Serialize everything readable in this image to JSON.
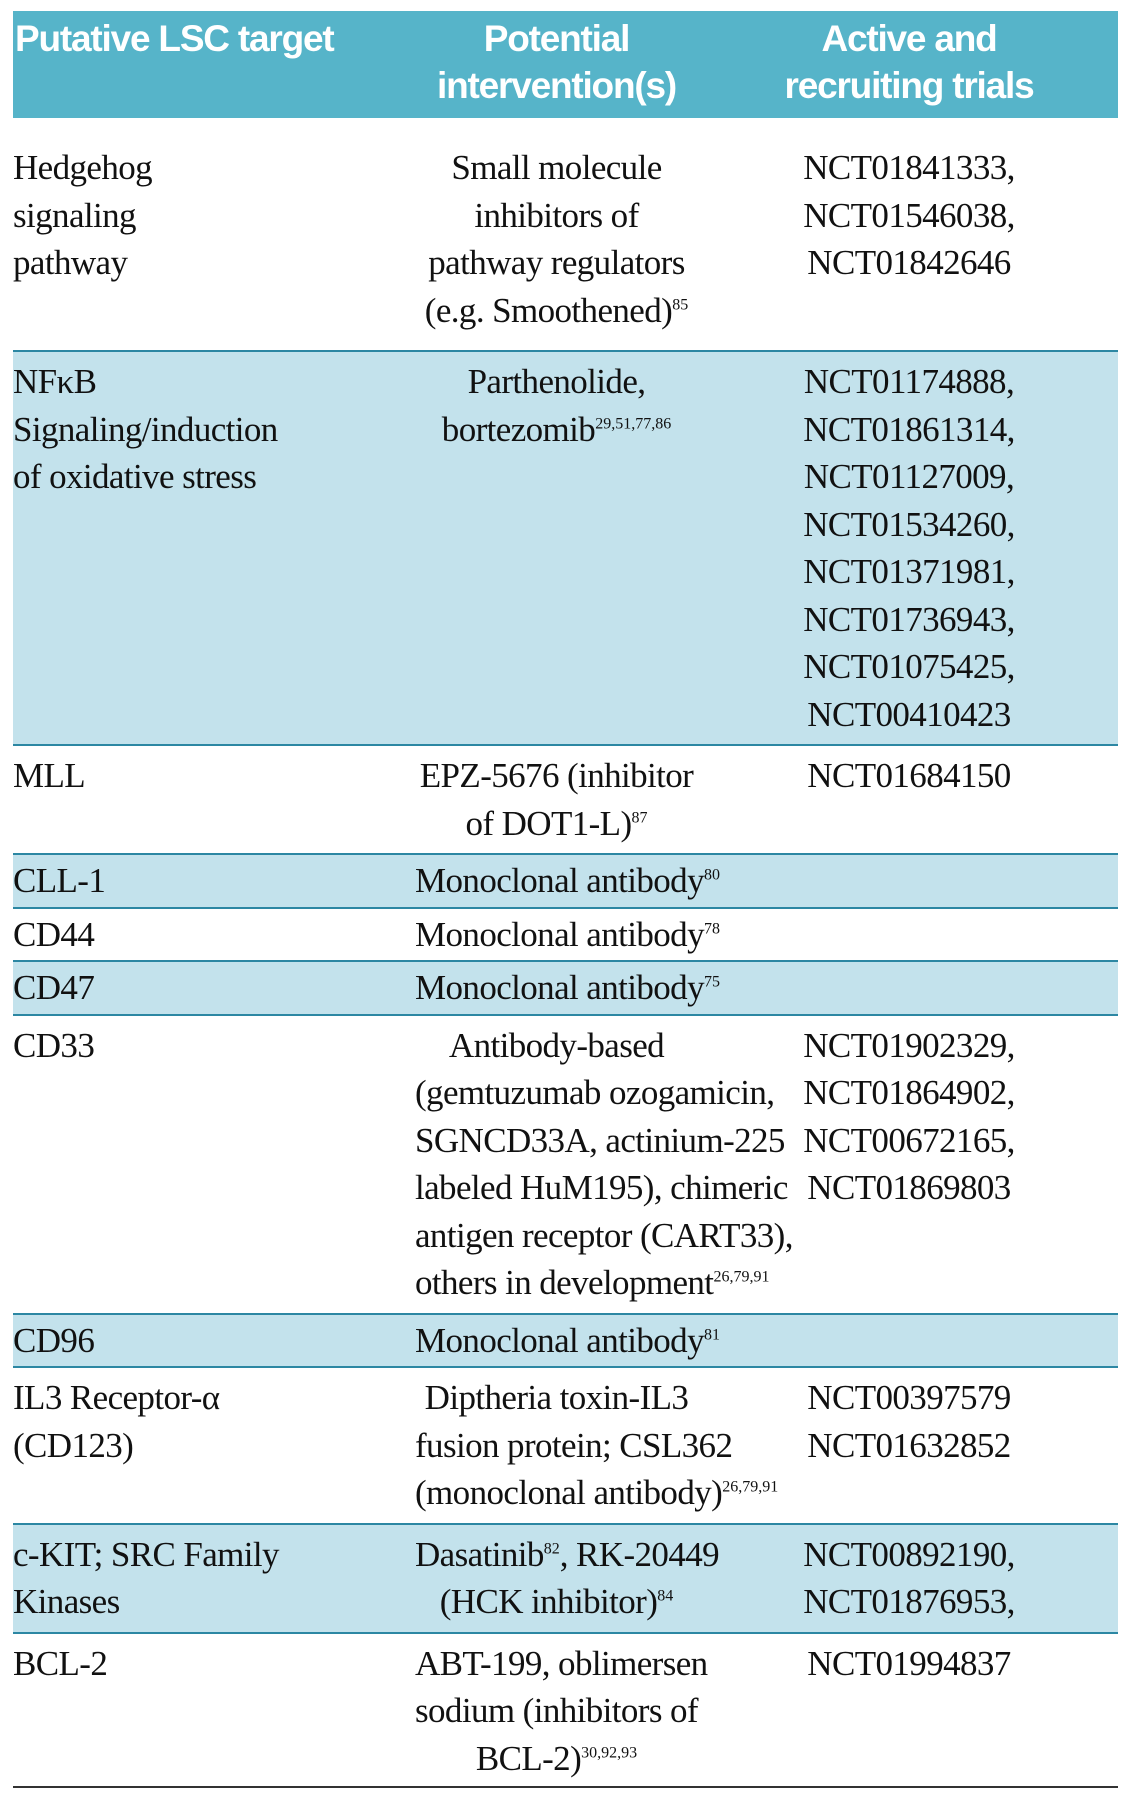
{
  "headers": {
    "target": [
      "Putative LSC target"
    ],
    "intervention": [
      "Potential",
      "intervention(s)"
    ],
    "trials": [
      "Active and",
      "recruiting trials"
    ]
  },
  "rows": [
    {
      "target": [
        "Hedgehog",
        "signaling",
        "pathway"
      ],
      "intervention": [
        {
          "text": "Small molecule"
        },
        {
          "text": "inhibitors of"
        },
        {
          "text": "pathway regulators"
        },
        {
          "text": "(e.g. Smoothened)",
          "sup": "85"
        }
      ],
      "trials": [
        "NCT01841333,",
        "NCT01546038,",
        "NCT01842646"
      ]
    },
    {
      "target": [
        "NFκB",
        "Signaling/induction",
        "of oxidative stress"
      ],
      "intervention": [
        {
          "text": "Parthenolide,"
        },
        {
          "text": "bortezomib",
          "sup": "29,51,77,86"
        }
      ],
      "trials": [
        "NCT01174888,",
        "NCT01861314,",
        "NCT01127009,",
        "NCT01534260,",
        "NCT01371981,",
        "NCT01736943,",
        "NCT01075425,",
        "NCT00410423"
      ]
    },
    {
      "target": [
        "MLL"
      ],
      "intervention": [
        {
          "text": "EPZ-5676 (inhibitor"
        },
        {
          "text": "of DOT1-L)",
          "sup": "87"
        }
      ],
      "trials": [
        "NCT01684150"
      ]
    },
    {
      "target": [
        "CLL-1"
      ],
      "intervention": [
        {
          "text": "Monoclonal antibody",
          "sup": "80"
        }
      ],
      "trials": []
    },
    {
      "target": [
        "CD44"
      ],
      "intervention": [
        {
          "text": "Monoclonal antibody",
          "sup": "78"
        }
      ],
      "trials": []
    },
    {
      "target": [
        "CD47"
      ],
      "intervention": [
        {
          "text": "Monoclonal antibody",
          "sup": "75"
        }
      ],
      "trials": []
    },
    {
      "target": [
        "CD33"
      ],
      "intervention": [
        {
          "text": "Antibody-based"
        },
        {
          "text": "(gemtuzumab ozogamicin,"
        },
        {
          "text": "SGNCD33A, actinium-225"
        },
        {
          "text": "labeled HuM195), chimeric"
        },
        {
          "text": "antigen receptor (CART33),"
        },
        {
          "text": "others in development",
          "sup": "26,79,91"
        }
      ],
      "trials": [
        "NCT01902329,",
        "NCT01864902,",
        "NCT00672165,",
        "NCT01869803"
      ]
    },
    {
      "target": [
        "CD96"
      ],
      "intervention": [
        {
          "text": "Monoclonal antibody",
          "sup": "81"
        }
      ],
      "trials": []
    },
    {
      "target": [
        "IL3 Receptor-α",
        "(CD123)"
      ],
      "intervention": [
        {
          "text": "Diptheria toxin-IL3"
        },
        {
          "text": "fusion protein; CSL362"
        },
        {
          "text": "(monoclonal antibody)",
          "sup": "26,79,91"
        }
      ],
      "trials": [
        "NCT00397579",
        "NCT01632852"
      ]
    },
    {
      "target": [
        "c-KIT; SRC Family",
        "Kinases"
      ],
      "intervention": [
        {
          "text": "Dasatinib",
          "sup": "82",
          "tail": ", RK-20449"
        },
        {
          "text": "(HCK inhibitor)",
          "sup": "84"
        }
      ],
      "trials": [
        "NCT00892190,",
        "NCT01876953,"
      ]
    },
    {
      "target": [
        "BCL-2"
      ],
      "intervention": [
        {
          "text": "ABT-199, oblimersen"
        },
        {
          "text": "sodium (inhibitors of"
        },
        {
          "text": "BCL-2)",
          "sup": "30,92,93"
        }
      ],
      "trials": [
        "NCT01994837"
      ]
    }
  ],
  "row_shading": [
    false,
    true,
    false,
    true,
    false,
    true,
    false,
    true,
    false,
    true,
    false
  ],
  "colors": {
    "header_bg": "#56b4c9",
    "shade_bg": "#c3e2ec",
    "rule": "#2c87a3"
  }
}
